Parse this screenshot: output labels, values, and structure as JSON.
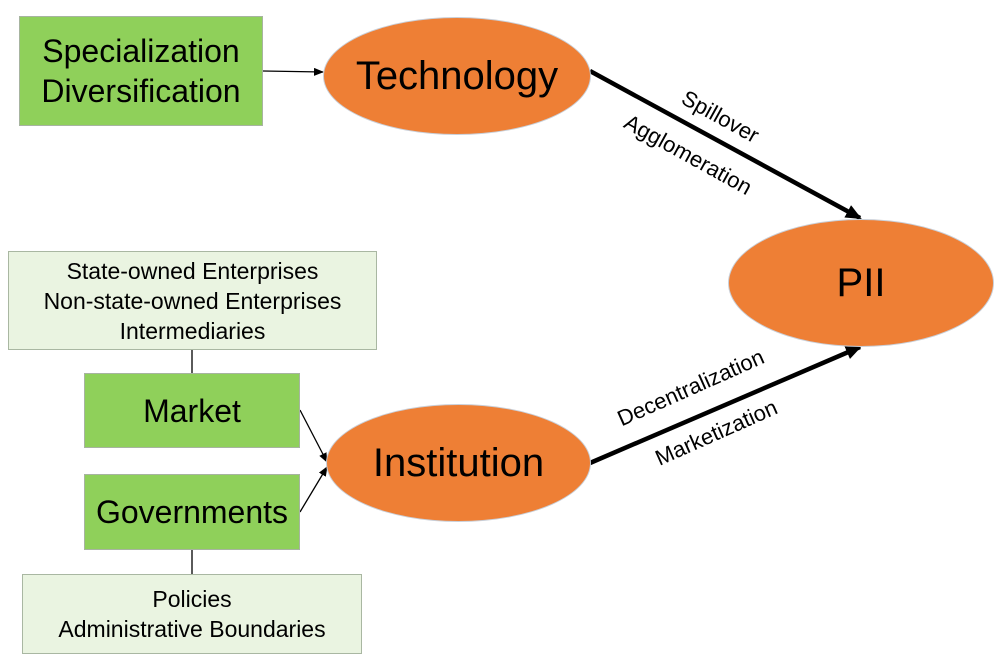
{
  "top_left_box": {
    "line1": "Specialization",
    "line2": "Diversification"
  },
  "technology": "Technology",
  "institution": "Institution",
  "pii": "PII",
  "enterprises_box": {
    "line1": "State-owned  Enterprises",
    "line2": "Non-state-owned  Enterprises",
    "line3": "Intermediaries"
  },
  "market": "Market",
  "governments": "Governments",
  "policies_box": {
    "line1": "Policies",
    "line2": "Administrative  Boundaries"
  },
  "tech_edge_labels": {
    "label1": "Spillover",
    "label2": "Agglomeration"
  },
  "inst_edge_labels": {
    "label1": "Decentralization",
    "label2": "Marketization"
  },
  "colors": {
    "green_box": "#8fd05a",
    "light_box": "#eaf4e1",
    "ellipse_fill": "#ee7f35"
  }
}
